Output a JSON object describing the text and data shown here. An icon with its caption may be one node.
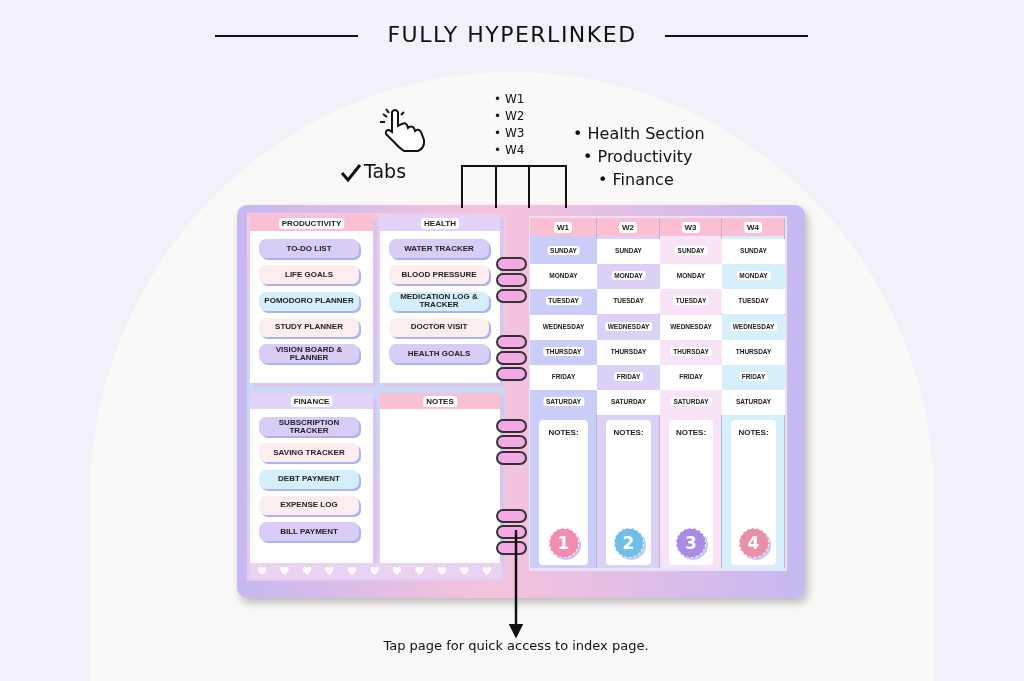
{
  "diagram": {
    "title": "FULLY HYPERLINKED",
    "nodes": [
      {
        "text": [
          "PRODUCTIVITY"
        ]
      },
      {
        "text": [
          "TO-DO LIST"
        ],
        "in": 0
      },
      {
        "text": [
          "LIFE GOALS"
        ],
        "in": 0
      },
      {
        "text": [
          "POMODORO PLANNER"
        ],
        "in": 0
      },
      {
        "text": [
          "STUDY PLANNER"
        ],
        "in": 0
      },
      {
        "text": [
          "VISION BOARD & PLANNER"
        ],
        "in": 0
      },
      {
        "text": [
          "HEALTH"
        ]
      },
      {
        "text": [
          "WATER TRACKER"
        ],
        "in": 6
      },
      {
        "text": [
          "BLOOD PRESSURE"
        ],
        "in": 6
      },
      {
        "text": [
          "MEDICATION LOG & TRACKER"
        ],
        "in": 6
      },
      {
        "text": [
          "DOCTOR VISIT"
        ],
        "in": 6
      },
      {
        "text": [
          "HEALTH GOALS"
        ],
        "in": 6
      },
      {
        "text": [
          "FINANCE"
        ]
      },
      {
        "text": [
          "SUBSCRIPTION TRACKER"
        ],
        "in": 12
      },
      {
        "text": [
          "SAVING TRACKER"
        ],
        "in": 12
      },
      {
        "text": [
          "DEBT PAYMENT"
        ],
        "in": 12
      },
      {
        "text": [
          "EXPENSE LOG"
        ],
        "in": 12
      },
      {
        "text": [
          "BILL PAYMENT"
        ],
        "in": 12
      },
      {
        "text": [
          "NOTES"
        ]
      },
      {
        "text": [
          "W1"
        ]
      },
      {
        "text": [
          "SUNDAY"
        ],
        "in": 19
      },
      {
        "text": [
          "MONDAY"
        ],
        "in": 19
      },
      {
        "text": [
          "TUESDAY"
        ],
        "in": 19
      },
      {
        "text": [
          "WEDNESDAY"
        ],
        "in": 19
      },
      {
        "text": [
          "THURSDAY"
        ],
        "in": 19
      },
      {
        "text": [
          "FRIDAY"
        ],
        "in": 19
      },
      {
        "text": [
          "SATURDAY"
        ],
        "in": 19
      },
      {
        "text": [
          "NOTES:"
        ],
        "in": 19
      },
      {
        "text": [
          "1"
        ],
        "in": 27
      },
      {
        "text": [
          "W2"
        ]
      },
      {
        "text": [
          "SUNDAY"
        ],
        "in": 29
      },
      {
        "text": [
          "MONDAY"
        ],
        "in": 29
      },
      {
        "text": [
          "TUESDAY"
        ],
        "in": 29
      },
      {
        "text": [
          "WEDNESDAY"
        ],
        "in": 29
      },
      {
        "text": [
          "THURSDAY"
        ],
        "in": 29
      },
      {
        "text": [
          "FRIDAY"
        ],
        "in": 29
      },
      {
        "text": [
          "SATURDAY"
        ],
        "in": 29
      },
      {
        "text": [
          "NOTES:"
        ],
        "in": 29
      },
      {
        "text": [
          "2"
        ],
        "in": 37
      },
      {
        "text": [
          "W3"
        ]
      },
      {
        "text": [
          "SUNDAY"
        ],
        "in": 39
      },
      {
        "text": [
          "MONDAY"
        ],
        "in": 39
      },
      {
        "text": [
          "TUESDAY"
        ],
        "in": 39
      },
      {
        "text": [
          "WEDNESDAY"
        ],
        "in": 39
      },
      {
        "text": [
          "THURSDAY"
        ],
        "in": 39
      },
      {
        "text": [
          "FRIDAY"
        ],
        "in": 39
      },
      {
        "text": [
          "SATURDAY"
        ],
        "in": 39
      },
      {
        "text": [
          "NOTES:"
        ],
        "in": 39
      },
      {
        "text": [
          "3"
        ],
        "in": 47
      },
      {
        "text": [
          "W4"
        ]
      },
      {
        "text": [
          "SUNDAY"
        ],
        "in": 49
      },
      {
        "text": [
          "MONDAY"
        ],
        "in": 49
      },
      {
        "text": [
          "TUESDAY"
        ],
        "in": 49
      },
      {
        "text": [
          "WEDNESDAY"
        ],
        "in": 49
      },
      {
        "text": [
          "THURSDAY"
        ],
        "in": 49
      },
      {
        "text": [
          "FRIDAY"
        ],
        "in": 49
      },
      {
        "text": [
          "SATURDAY"
        ],
        "in": 49
      },
      {
        "text": [
          "NOTES:"
        ],
        "in": 49
      },
      {
        "text": [
          "4"
        ],
        "in": 57
      },
      {
        "text": [
          "Tap page for quick access to index page."
        ]
      }
    ],
    "edges": [
      {
        "from": null,
        "to": 59,
        "arrow": "to"
      }
    ],
    "labels": [
      "• W1",
      "• W2",
      "• W3",
      "• W4",
      "Tabs",
      "• Health Section",
      "• Productivity",
      "• Finance"
    ]
  }
}
